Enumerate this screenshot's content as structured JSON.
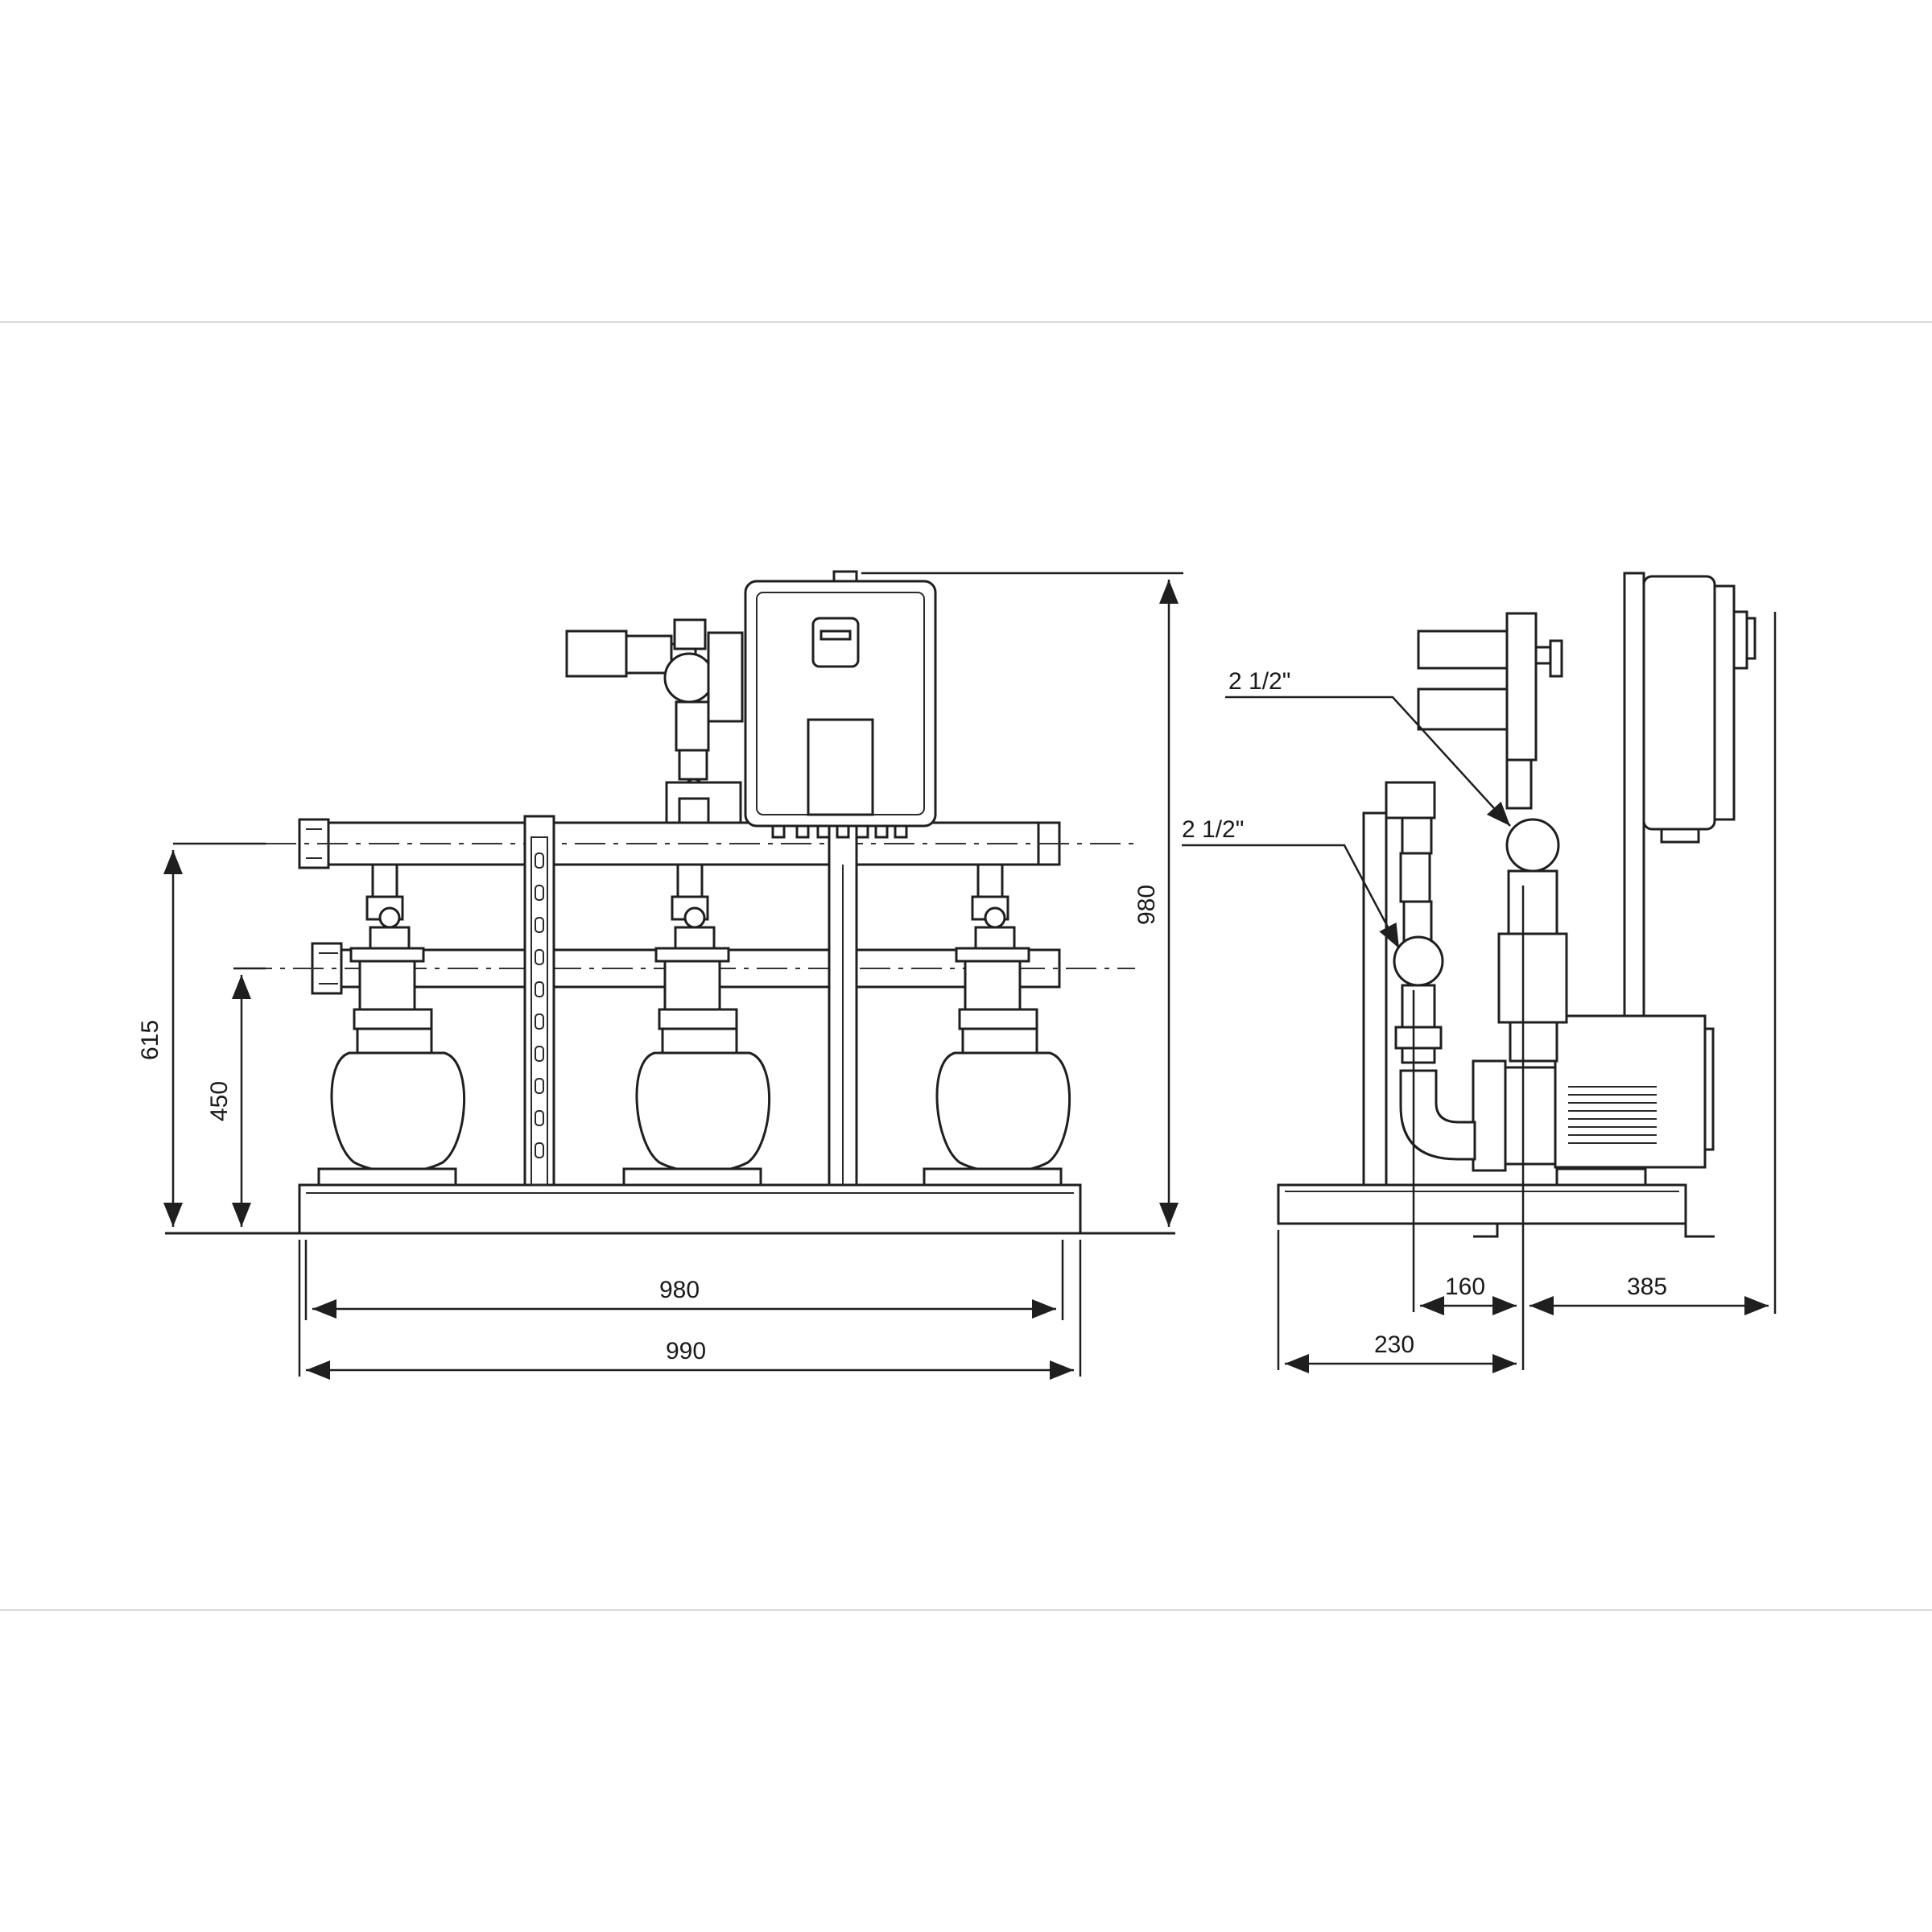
{
  "dimensions": {
    "width_inner": "980",
    "width_total": "990",
    "height_total": "980",
    "height_upper_axis": "615",
    "height_lower_axis": "450",
    "side_160": "160",
    "side_230": "230",
    "side_385": "385"
  },
  "connections": {
    "upper": "2 1/2\"",
    "lower": "2 1/2\""
  },
  "colors": {
    "line": "#1f1f1f",
    "background": "#ffffff",
    "frame_rule": "#d9d9d9"
  }
}
